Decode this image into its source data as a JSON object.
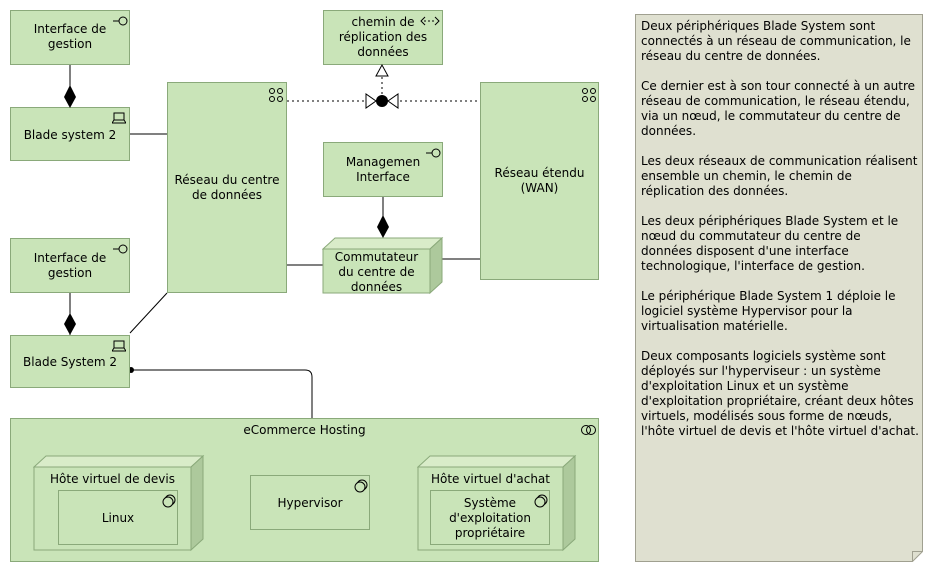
{
  "elements": {
    "iface_top": "Interface de\ngestion",
    "blade_top": "Blade system 2",
    "iface_bottom": "Interface de\ngestion",
    "blade_bottom": "Blade System 2",
    "dc_network": "Réseau du centre\nde données",
    "replication_path": "chemin de\nréplication des\ndonnées",
    "mgmt_interface": "Managemen\nInterface",
    "dc_switch": "Commutateur\ndu centre de\ndonnées",
    "wan": "Réseau étendu\n(WAN)",
    "ecommerce": "eCommerce Hosting",
    "vhost_quote": "Hôte virtuel de devis",
    "linux": "Linux",
    "hypervisor": "Hypervisor",
    "vhost_purchase": "Hôte virtuel d'achat",
    "proprietary_os": "Système\nd'exploitation\npropriétaire"
  },
  "note": "Deux périphériques Blade System sont\nconnectés à un réseau de communication, le\nréseau du centre de données.\n\nCe dernier est à son tour connecté à un autre\nréseau de communication, le réseau étendu,\nvia un nœud, le commutateur du centre de\ndonnées.\n\nLes deux réseaux de communication réalisent\nensemble un chemin, le chemin de\nréplication des données.\n\nLes deux périphériques Blade System et le\nnœud du commutateur du centre de\ndonnées disposent d'une interface\ntechnologique, l'interface de gestion.\n\nLe périphérique Blade System 1 déploie le\nlogiciel système Hypervisor pour la\nvirtualisation matérielle.\n\nDeux composants logiciels système sont\ndéployés sur l'hyperviseur : un système\nd'exploitation Linux et un système\nd'exploitation propriétaire, créant deux hôtes\nvirtuels, modélisés sous forme de nœuds,\nl'hôte virtuel de devis et l'hôte virtuel d'achat.",
  "icons": {
    "interface": "interface-icon",
    "device": "device-icon",
    "network": "network-icon",
    "path": "path-icon",
    "system_software": "system-software-icon",
    "grouping": "collaboration-icon"
  },
  "colors": {
    "element_fill": "#c9e4b8",
    "element_border": "#8aa97a",
    "node_side": "#adc99c",
    "note_fill": "#dfe0d0",
    "note_border": "#a0a090"
  }
}
